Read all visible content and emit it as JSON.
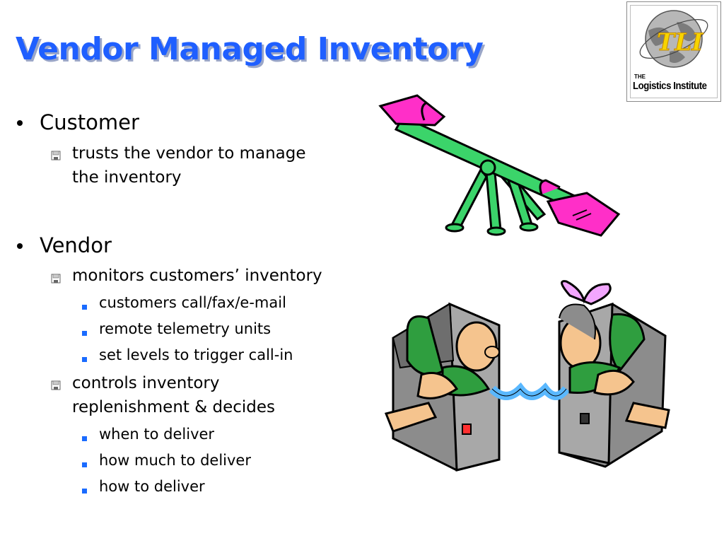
{
  "slide": {
    "title": "Vendor Managed Inventory",
    "logo": {
      "small": "THE",
      "name": "Logistics Institute",
      "mark": "TLI"
    },
    "bullets": [
      {
        "label": "Customer",
        "items": [
          {
            "text_line1": "trusts the vendor to manage",
            "text_line2": "the inventory",
            "sub": []
          }
        ]
      },
      {
        "label": "Vendor",
        "items": [
          {
            "text_line1": "monitors customers’ inventory",
            "text_line2": "",
            "sub": [
              "customers call/fax/e-mail",
              "remote telemetry units",
              "set levels to trigger call-in"
            ]
          },
          {
            "text_line1": "controls inventory",
            "text_line2": "replenishment & decides",
            "sub": [
              "when to deliver",
              "how much to deliver",
              "how to deliver"
            ]
          }
        ]
      }
    ]
  },
  "colors": {
    "title": "#1f5fff",
    "title_shadow": "#9aa6c8",
    "bullet_square": "#1a6bff",
    "seesaw_green": "#3bd46a",
    "seesaw_pink": "#ff2fc8",
    "phone_green": "#2f9e3f"
  },
  "illustrations": [
    "seesaw-clipart",
    "people-on-phones-clipart"
  ]
}
